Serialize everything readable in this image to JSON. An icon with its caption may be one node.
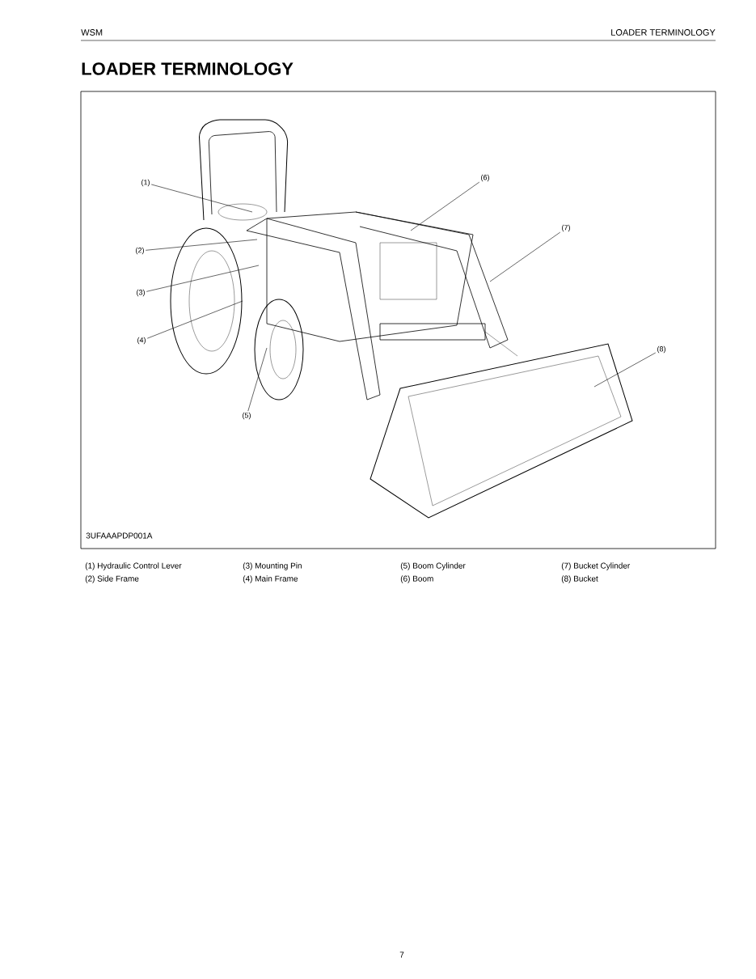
{
  "diagram": {
    "title": "LOADER TERMINOLOGY",
    "nodes": [
      {
        "text": [
          "(1)"
        ]
      },
      {
        "text": [
          "(2)"
        ]
      },
      {
        "text": [
          "(3)"
        ]
      },
      {
        "text": [
          "(4)"
        ]
      },
      {
        "text": [
          "(5)"
        ]
      },
      {
        "text": [
          "(6)"
        ]
      },
      {
        "text": [
          "(7)"
        ]
      },
      {
        "text": [
          "(8)"
        ]
      }
    ],
    "edges": [
      {
        "from": 0,
        "to": null,
        "arrow": "none"
      },
      {
        "from": 1,
        "to": null,
        "arrow": "none"
      },
      {
        "from": 2,
        "to": null,
        "arrow": "none"
      },
      {
        "from": 3,
        "to": null,
        "arrow": "none"
      },
      {
        "from": 4,
        "to": null,
        "arrow": "none"
      },
      {
        "from": 5,
        "to": null,
        "arrow": "none"
      },
      {
        "from": 6,
        "to": null,
        "arrow": "none"
      },
      {
        "from": 7,
        "to": null,
        "arrow": "none"
      }
    ],
    "labels": [
      "WSM",
      "LOADER TERMINOLOGY",
      "3UFAAAPDP001A",
      "(1) Hydraulic Control Lever",
      "(3) Mounting Pin",
      "(5) Boom Cylinder",
      "(7) Bucket Cylinder",
      "(2) Side Frame",
      "(4) Main Frame",
      "(6) Boom",
      "(8) Bucket",
      "7"
    ]
  }
}
